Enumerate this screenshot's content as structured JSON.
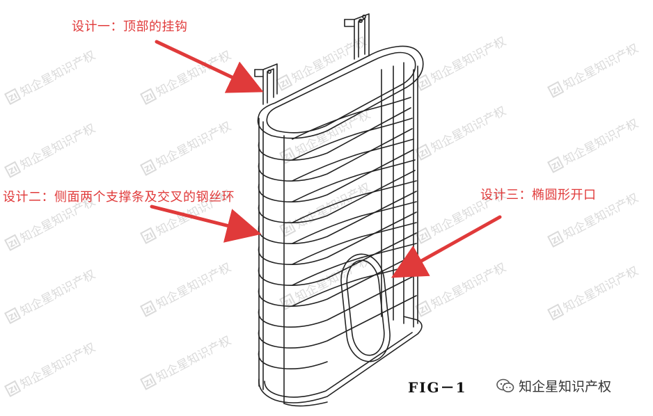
{
  "annotations": {
    "top_hook": "设计一：顶部的挂钩",
    "side_supports": "设计二：侧面两个支撑条及交叉的钢丝环",
    "oval_opening": "设计三：椭圆形开口"
  },
  "figure_label": "FIG－1",
  "watermark": {
    "text": "知企星知识产权",
    "logo_glyph": "ZI"
  },
  "footer": {
    "account": "知企星知识产权",
    "icon": "wechat-icon"
  },
  "colors": {
    "annotation": "#e03a3a",
    "line_art": "#222222",
    "watermark": "#969696"
  }
}
